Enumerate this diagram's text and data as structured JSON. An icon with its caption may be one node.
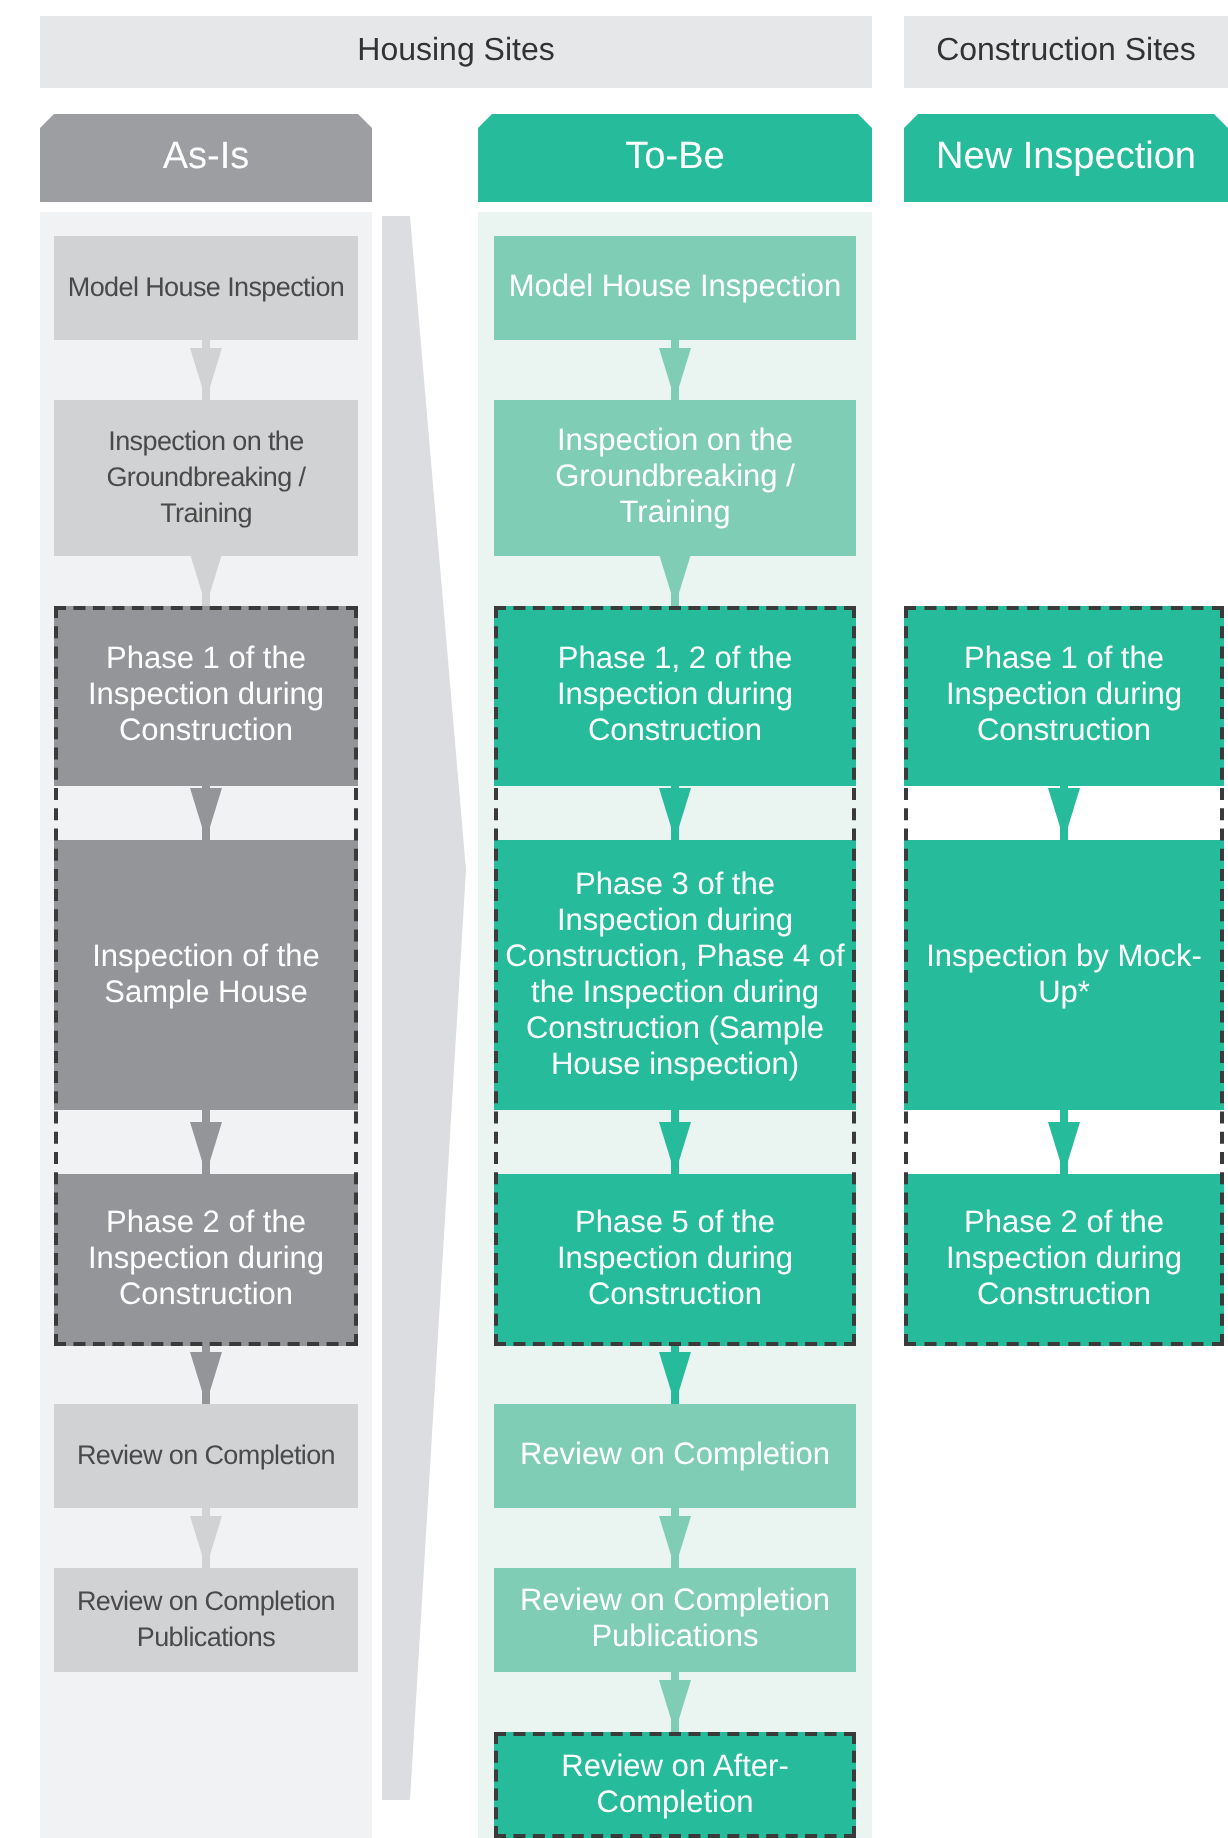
{
  "diagram": {
    "nodes": [
      {
        "text": [
          "Housing Sites"
        ]
      },
      {
        "text": [
          "Construction Sites"
        ]
      },
      {
        "text": [
          "As-Is"
        ]
      },
      {
        "text": [
          "To-Be"
        ]
      },
      {
        "text": [
          "New Inspection"
        ]
      },
      {
        "text": [
          "Model House Inspection"
        ]
      },
      {
        "text": [
          "Inspection on the Groundbreaking / Training"
        ]
      },
      {
        "text": [
          "Phase 1 of the Inspection during Construction"
        ]
      },
      {
        "text": [
          "Inspection of the Sample House"
        ]
      },
      {
        "text": [
          "Phase 2 of the Inspection during Construction"
        ]
      },
      {
        "text": [
          "Review on Completion"
        ]
      },
      {
        "text": [
          "Review on Completion Publications"
        ]
      },
      {
        "text": [
          "Model House Inspection"
        ]
      },
      {
        "text": [
          "Inspection on the Groundbreaking / Training"
        ]
      },
      {
        "text": [
          "Phase 1, 2 of the Inspection during Construction"
        ]
      },
      {
        "text": [
          "Phase 3 of the Inspection during Construction, Phase 4 of the Inspection during Construction (Sample House inspection)"
        ]
      },
      {
        "text": [
          "Phase 5 of the Inspection during Construction"
        ]
      },
      {
        "text": [
          "Review on Completion"
        ]
      },
      {
        "text": [
          "Review on Completion Publications"
        ]
      },
      {
        "text": [
          "Review on After-Completion"
        ]
      },
      {
        "text": [
          "Phase 1 of the Inspection during Construction"
        ]
      },
      {
        "text": [
          "Inspection by Mock-Up*"
        ]
      },
      {
        "text": [
          "Phase 2 of the Inspection during Construction"
        ]
      },
      {
        "text": [],
        "shape": "chevron"
      }
    ],
    "edges": [
      {
        "from": 5,
        "to": 6,
        "arrow": "to",
        "color": "#d1d2d4"
      },
      {
        "from": 6,
        "to": 7,
        "arrow": "to",
        "color": "#d1d2d4"
      },
      {
        "from": 7,
        "to": 8,
        "arrow": "to",
        "color": "#939598"
      },
      {
        "from": 8,
        "to": 9,
        "arrow": "to",
        "color": "#939598"
      },
      {
        "from": 9,
        "to": 10,
        "arrow": "to",
        "color": "#939598"
      },
      {
        "from": 10,
        "to": 11,
        "arrow": "to",
        "color": "#d1d2d4"
      },
      {
        "from": 12,
        "to": 13,
        "arrow": "to",
        "color": "#80cdb5"
      },
      {
        "from": 13,
        "to": 14,
        "arrow": "to",
        "color": "#80cdb5"
      },
      {
        "from": 14,
        "to": 15,
        "arrow": "to"
      },
      {
        "from": 15,
        "to": 16,
        "arrow": "to"
      },
      {
        "from": 16,
        "to": 17,
        "arrow": "to"
      },
      {
        "from": 17,
        "to": 18,
        "arrow": "to",
        "color": "#80cdb5"
      },
      {
        "from": 18,
        "to": 19,
        "arrow": "to",
        "color": "#80cdb5"
      },
      {
        "from": 20,
        "to": 21,
        "arrow": "to"
      },
      {
        "from": 21,
        "to": 22,
        "arrow": "to"
      }
    ]
  }
}
